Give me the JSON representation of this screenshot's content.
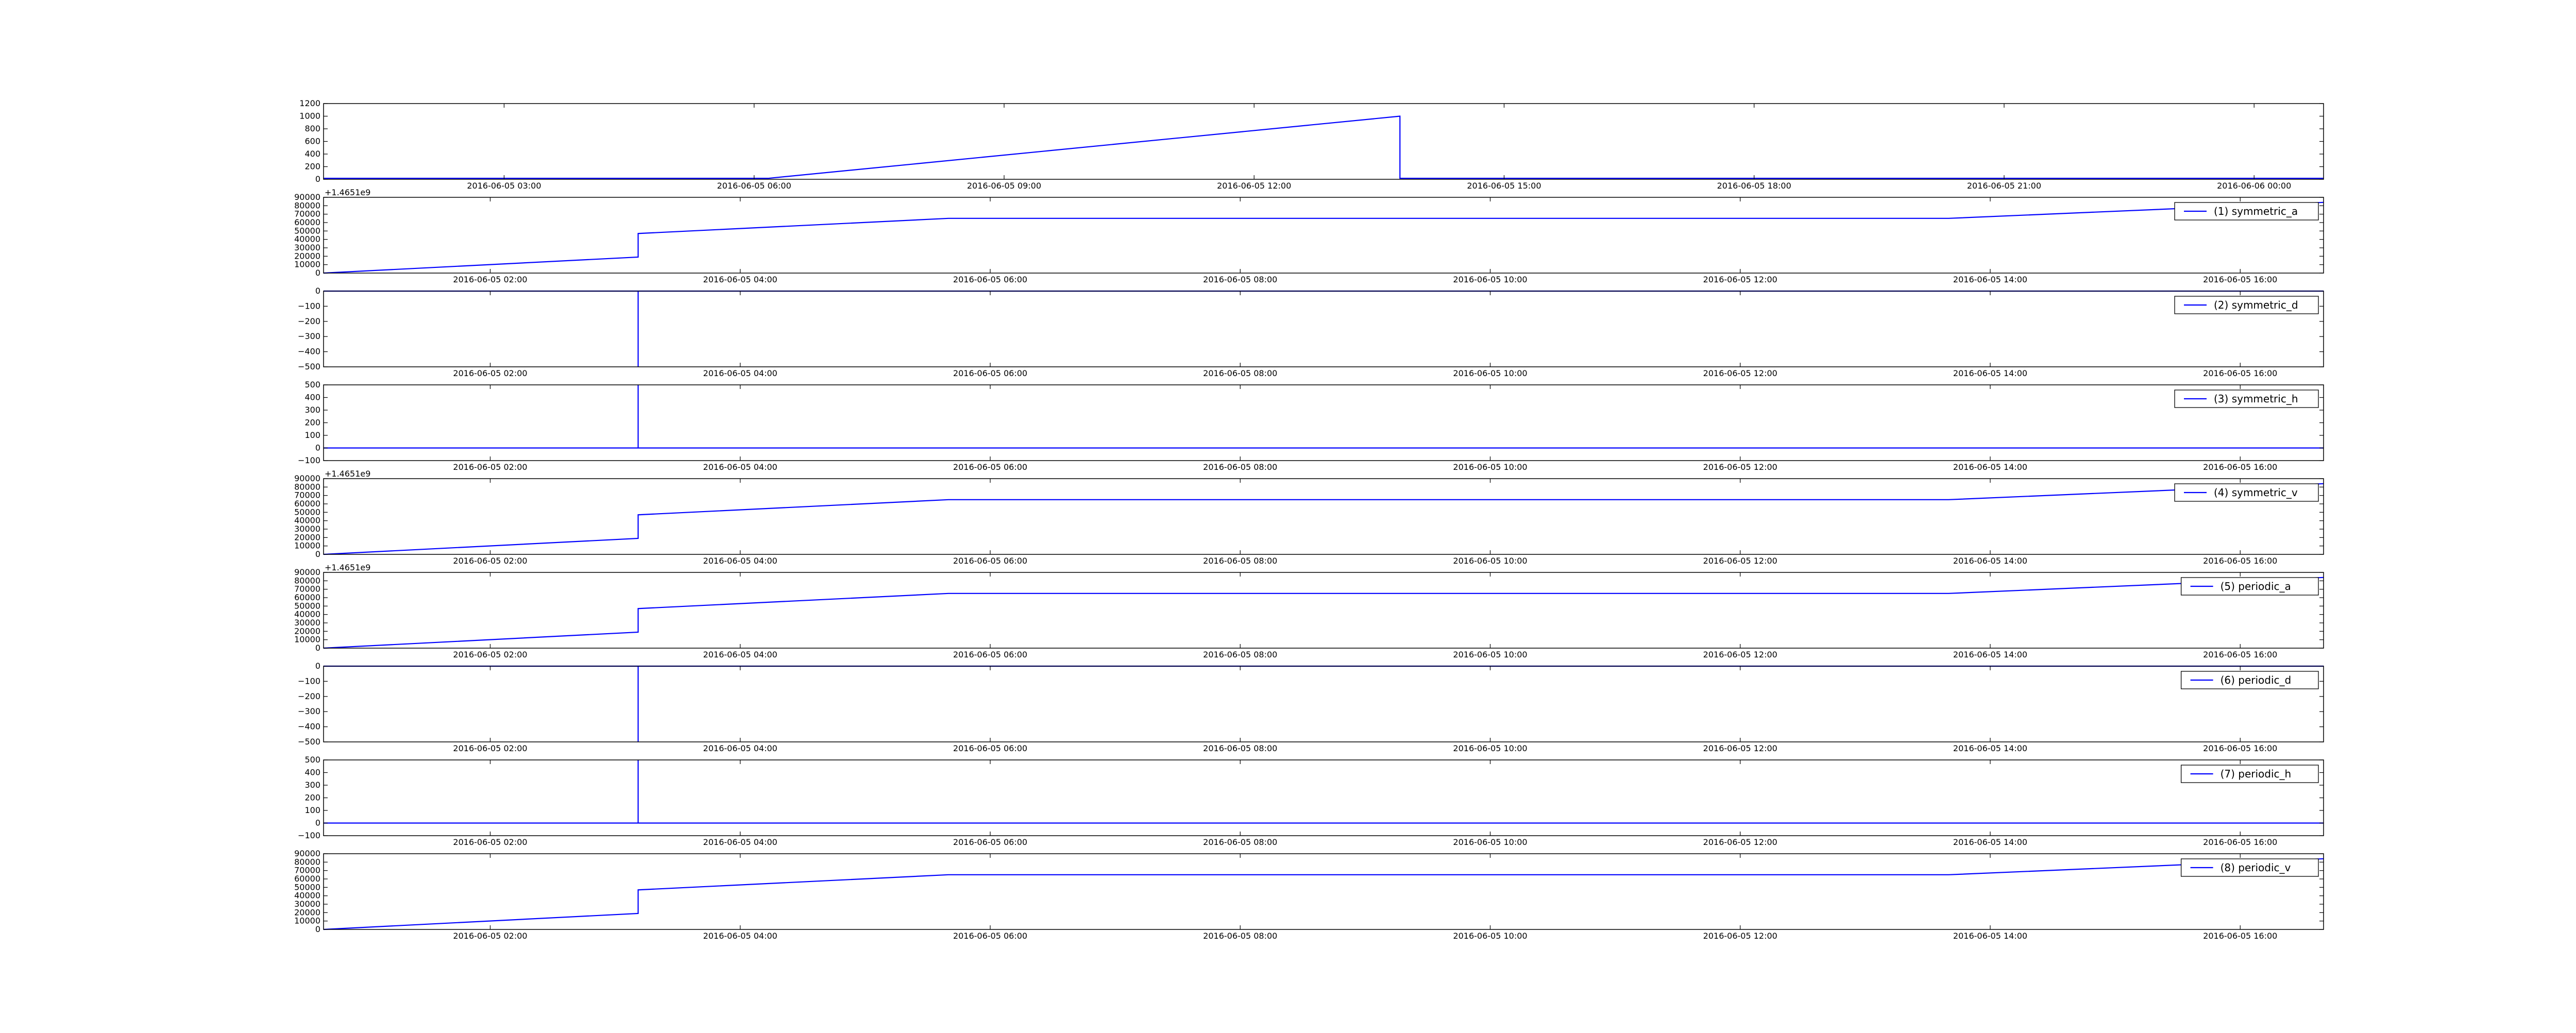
{
  "figure": {
    "line_color": "#0000ff",
    "axes_color": "#000000",
    "background": "#ffffff"
  },
  "chart_data": [
    {
      "type": "line",
      "legend": "",
      "x_ticks": [
        "2016-06-05 03:00",
        "2016-06-05 06:00",
        "2016-06-05 09:00",
        "2016-06-05 12:00",
        "2016-06-05 15:00",
        "2016-06-05 18:00",
        "2016-06-05 21:00",
        "2016-06-06 00:00"
      ],
      "xlim": [
        "2016-06-05 00:50",
        "2016-06-06 00:50"
      ],
      "y_ticks": [
        "0",
        "200",
        "400",
        "600",
        "800",
        "1000",
        "1200"
      ],
      "ylim": [
        0,
        1200
      ],
      "y_offset_label": "",
      "x": [
        "2016-06-05 00:50",
        "2016-06-05 06:10",
        "2016-06-05 13:45",
        "2016-06-05 13:45",
        "2016-06-06 00:50"
      ],
      "y": [
        15,
        15,
        1000,
        15,
        15
      ],
      "grid": false
    },
    {
      "type": "line",
      "legend": "(1) symmetric_a",
      "x_ticks": [
        "2016-06-05 02:00",
        "2016-06-05 04:00",
        "2016-06-05 06:00",
        "2016-06-05 08:00",
        "2016-06-05 10:00",
        "2016-06-05 12:00",
        "2016-06-05 14:00",
        "2016-06-05 16:00"
      ],
      "xlim": [
        "2016-06-05 00:40",
        "2016-06-05 16:40"
      ],
      "y_ticks": [
        "0",
        "10000",
        "20000",
        "30000",
        "40000",
        "50000",
        "60000",
        "70000",
        "80000",
        "90000"
      ],
      "ylim": [
        0,
        90000
      ],
      "y_offset_label": "+1.4651e9",
      "x": [
        "2016-06-05 00:40",
        "2016-06-05 03:11",
        "2016-06-05 03:11",
        "2016-06-05 05:40",
        "2016-06-05 13:40",
        "2016-06-05 16:40"
      ],
      "y": [
        0,
        19000,
        47000,
        65000,
        65000,
        84000
      ],
      "grid": false
    },
    {
      "type": "line",
      "legend": "(2) symmetric_d",
      "x_ticks": [
        "2016-06-05 02:00",
        "2016-06-05 04:00",
        "2016-06-05 06:00",
        "2016-06-05 08:00",
        "2016-06-05 10:00",
        "2016-06-05 12:00",
        "2016-06-05 14:00",
        "2016-06-05 16:00"
      ],
      "xlim": [
        "2016-06-05 00:40",
        "2016-06-05 16:40"
      ],
      "y_ticks": [
        "−500",
        "−400",
        "−300",
        "−200",
        "−100",
        "0"
      ],
      "ylim": [
        -500,
        0
      ],
      "y_offset_label": "",
      "x": [
        "2016-06-05 00:40",
        "2016-06-05 03:11",
        "2016-06-05 03:11",
        "2016-06-05 03:11",
        "2016-06-05 16:40"
      ],
      "y": [
        0,
        0,
        -500,
        0,
        0
      ],
      "grid": false
    },
    {
      "type": "line",
      "legend": "(3) symmetric_h",
      "x_ticks": [
        "2016-06-05 02:00",
        "2016-06-05 04:00",
        "2016-06-05 06:00",
        "2016-06-05 08:00",
        "2016-06-05 10:00",
        "2016-06-05 12:00",
        "2016-06-05 14:00",
        "2016-06-05 16:00"
      ],
      "xlim": [
        "2016-06-05 00:40",
        "2016-06-05 16:40"
      ],
      "y_ticks": [
        "−100",
        "0",
        "100",
        "200",
        "300",
        "400",
        "500"
      ],
      "ylim": [
        -100,
        500
      ],
      "y_offset_label": "",
      "x": [
        "2016-06-05 00:40",
        "2016-06-05 03:11",
        "2016-06-05 03:11",
        "2016-06-05 03:11",
        "2016-06-05 16:40"
      ],
      "y": [
        0,
        0,
        500,
        0,
        0
      ],
      "grid": false
    },
    {
      "type": "line",
      "legend": "(4) symmetric_v",
      "x_ticks": [
        "2016-06-05 02:00",
        "2016-06-05 04:00",
        "2016-06-05 06:00",
        "2016-06-05 08:00",
        "2016-06-05 10:00",
        "2016-06-05 12:00",
        "2016-06-05 14:00",
        "2016-06-05 16:00"
      ],
      "xlim": [
        "2016-06-05 00:40",
        "2016-06-05 16:40"
      ],
      "y_ticks": [
        "0",
        "10000",
        "20000",
        "30000",
        "40000",
        "50000",
        "60000",
        "70000",
        "80000",
        "90000"
      ],
      "ylim": [
        0,
        90000
      ],
      "y_offset_label": "+1.4651e9",
      "x": [
        "2016-06-05 00:40",
        "2016-06-05 03:11",
        "2016-06-05 03:11",
        "2016-06-05 05:40",
        "2016-06-05 13:40",
        "2016-06-05 16:40"
      ],
      "y": [
        0,
        19000,
        47000,
        65000,
        65000,
        84000
      ],
      "grid": false
    },
    {
      "type": "line",
      "legend": "(5) periodic_a",
      "x_ticks": [
        "2016-06-05 02:00",
        "2016-06-05 04:00",
        "2016-06-05 06:00",
        "2016-06-05 08:00",
        "2016-06-05 10:00",
        "2016-06-05 12:00",
        "2016-06-05 14:00",
        "2016-06-05 16:00"
      ],
      "xlim": [
        "2016-06-05 00:40",
        "2016-06-05 16:40"
      ],
      "y_ticks": [
        "0",
        "10000",
        "20000",
        "30000",
        "40000",
        "50000",
        "60000",
        "70000",
        "80000",
        "90000"
      ],
      "ylim": [
        0,
        90000
      ],
      "y_offset_label": "+1.4651e9",
      "x": [
        "2016-06-05 00:40",
        "2016-06-05 03:11",
        "2016-06-05 03:11",
        "2016-06-05 05:40",
        "2016-06-05 13:40",
        "2016-06-05 16:40"
      ],
      "y": [
        0,
        19000,
        47000,
        65000,
        65000,
        84000
      ],
      "grid": false
    },
    {
      "type": "line",
      "legend": "(6) periodic_d",
      "x_ticks": [
        "2016-06-05 02:00",
        "2016-06-05 04:00",
        "2016-06-05 06:00",
        "2016-06-05 08:00",
        "2016-06-05 10:00",
        "2016-06-05 12:00",
        "2016-06-05 14:00",
        "2016-06-05 16:00"
      ],
      "xlim": [
        "2016-06-05 00:40",
        "2016-06-05 16:40"
      ],
      "y_ticks": [
        "−500",
        "−400",
        "−300",
        "−200",
        "−100",
        "0"
      ],
      "ylim": [
        -500,
        0
      ],
      "y_offset_label": "",
      "x": [
        "2016-06-05 00:40",
        "2016-06-05 03:11",
        "2016-06-05 03:11",
        "2016-06-05 03:11",
        "2016-06-05 16:40"
      ],
      "y": [
        0,
        0,
        -500,
        0,
        0
      ],
      "grid": false
    },
    {
      "type": "line",
      "legend": "(7) periodic_h",
      "x_ticks": [
        "2016-06-05 02:00",
        "2016-06-05 04:00",
        "2016-06-05 06:00",
        "2016-06-05 08:00",
        "2016-06-05 10:00",
        "2016-06-05 12:00",
        "2016-06-05 14:00",
        "2016-06-05 16:00"
      ],
      "xlim": [
        "2016-06-05 00:40",
        "2016-06-05 16:40"
      ],
      "y_ticks": [
        "−100",
        "0",
        "100",
        "200",
        "300",
        "400",
        "500"
      ],
      "ylim": [
        -100,
        500
      ],
      "y_offset_label": "",
      "x": [
        "2016-06-05 00:40",
        "2016-06-05 03:11",
        "2016-06-05 03:11",
        "2016-06-05 03:11",
        "2016-06-05 16:40"
      ],
      "y": [
        0,
        0,
        500,
        0,
        0
      ],
      "grid": false
    },
    {
      "type": "line",
      "legend": "(8) periodic_v",
      "x_ticks": [
        "2016-06-05 02:00",
        "2016-06-05 04:00",
        "2016-06-05 06:00",
        "2016-06-05 08:00",
        "2016-06-05 10:00",
        "2016-06-05 12:00",
        "2016-06-05 14:00",
        "2016-06-05 16:00"
      ],
      "xlim": [
        "2016-06-05 00:40",
        "2016-06-05 16:40"
      ],
      "y_ticks": [
        "0",
        "10000",
        "20000",
        "30000",
        "40000",
        "50000",
        "60000",
        "70000",
        "80000",
        "90000"
      ],
      "ylim": [
        0,
        90000
      ],
      "y_offset_label": "",
      "x": [
        "2016-06-05 00:40",
        "2016-06-05 03:11",
        "2016-06-05 03:11",
        "2016-06-05 05:40",
        "2016-06-05 13:40",
        "2016-06-05 16:40"
      ],
      "y": [
        0,
        19000,
        47000,
        65000,
        65000,
        84000
      ],
      "grid": false
    }
  ]
}
